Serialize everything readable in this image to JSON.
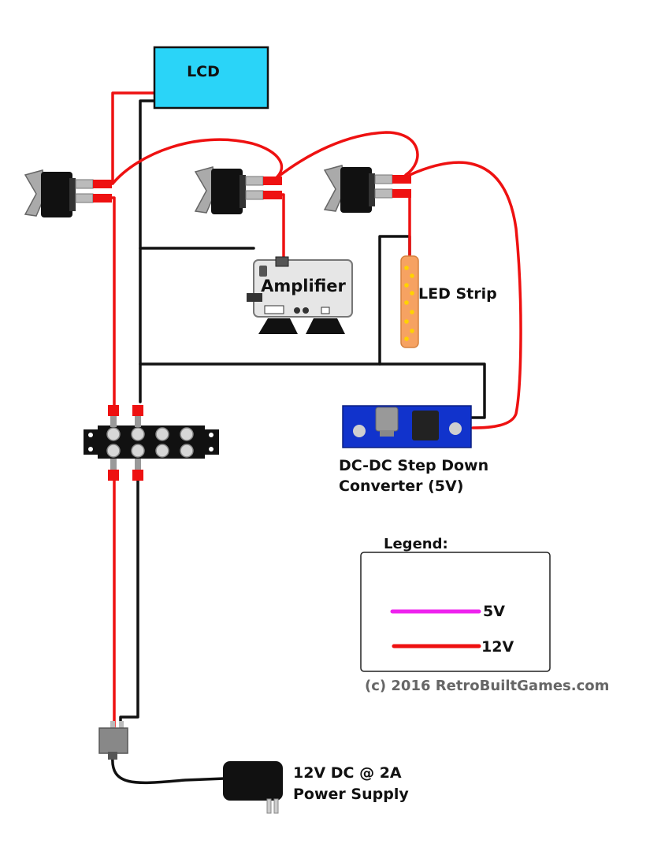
{
  "components": {
    "lcd": {
      "label": "LCD"
    },
    "amplifier": {
      "label": "Amplifier"
    },
    "led_strip": {
      "label": "LED Strip"
    },
    "converter": {
      "label_line1": "DC-DC Step Down",
      "label_line2": "Converter (5V)"
    },
    "power_supply": {
      "label_line1": "12V DC @ 2A",
      "label_line2": "Power Supply"
    }
  },
  "legend": {
    "title": "Legend:",
    "items": [
      {
        "label": "5V",
        "color": "#ee22ee"
      },
      {
        "label": "12V",
        "color": "#ee1111"
      }
    ]
  },
  "copyright": "(c) 2016 RetroBuiltGames.com",
  "colors": {
    "wire_12v": "#ee1111",
    "wire_5v": "#ee22ee",
    "ground": "#111111",
    "lcd_fill": "#2ad4f8",
    "converter_fill": "#1133cc",
    "led_fill": "#f6a262",
    "led_dot": "#ffd200"
  }
}
